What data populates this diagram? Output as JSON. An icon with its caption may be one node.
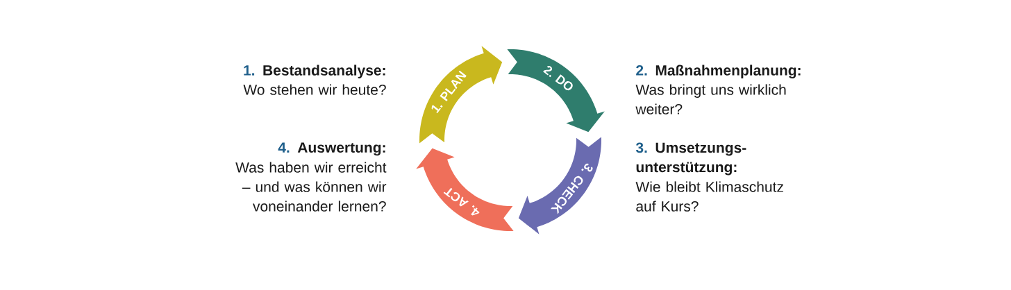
{
  "diagram": {
    "nodes": [
      {
        "text": [
          "1. PLAN"
        ]
      },
      {
        "text": [
          "2. DO"
        ]
      },
      {
        "text": [
          "3. CHECK"
        ]
      },
      {
        "text": [
          "4. ACT"
        ]
      }
    ],
    "labels": [
      "1.",
      "Bestandsanalyse:",
      "Wo stehen wir heute?",
      "2.",
      "Maßnahmenplanung:",
      "Was bringt uns wirklich weiter?",
      "4.",
      "Auswertung:",
      "Was haben wir erreicht – und was können wir voneinander lernen?",
      "3.",
      "Umsetzungs- unterstützung:",
      "Wie bleibt Klimaschutz auf Kurs?"
    ]
  }
}
